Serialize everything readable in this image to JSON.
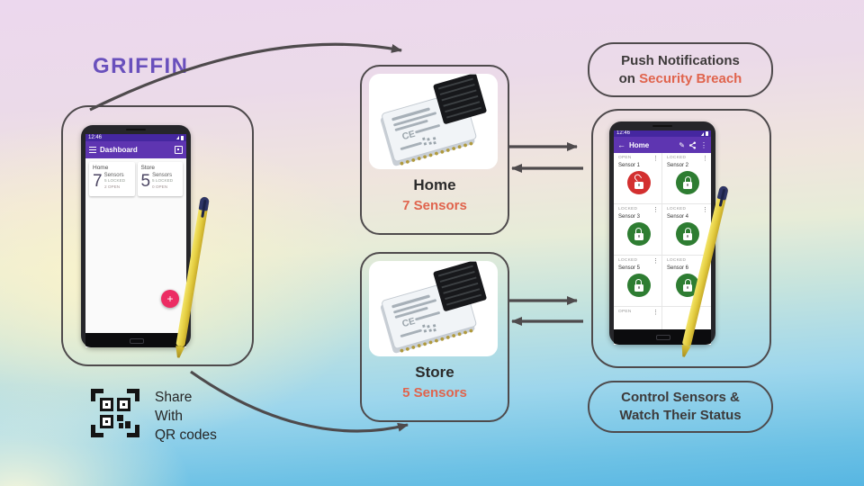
{
  "app_title": "GRIFFIN",
  "callout_push": {
    "line1": "Push Notifications",
    "line2_prefix": "on ",
    "line2_highlight": "Security Breach"
  },
  "callout_control": {
    "line1": "Control Sensors &",
    "line2": "Watch Their Status"
  },
  "qr_share": {
    "line1": "Share",
    "line2": "With",
    "line3": "QR codes"
  },
  "modules": [
    {
      "label": "Home",
      "sensors": "7 Sensors",
      "chip_mark": "CE"
    },
    {
      "label": "Store",
      "sensors": "5 Sensors",
      "chip_mark": "CE"
    }
  ],
  "dashboard_phone": {
    "time": "12:46",
    "app_bar_title": "Dashboard",
    "cards": [
      {
        "title": "Home",
        "count": "7",
        "unit": "Sensors",
        "locked": "5 LOCKED",
        "open": "2 OPEN"
      },
      {
        "title": "Store",
        "count": "5",
        "unit": "Sensors",
        "locked": "5 LOCKED",
        "open": "0 OPEN"
      }
    ],
    "fab_label": "+"
  },
  "control_phone": {
    "time": "12:46",
    "app_bar_title": "Home",
    "back_icon": "←",
    "menu_icon": "⋮",
    "sensors": [
      {
        "status": "OPEN",
        "name": "Sensor 1",
        "state": "open-state"
      },
      {
        "status": "LOCKED",
        "name": "Sensor 2",
        "state": "locked"
      },
      {
        "status": "LOCKED",
        "name": "Sensor 3",
        "state": "locked"
      },
      {
        "status": "LOCKED",
        "name": "Sensor 4",
        "state": "locked"
      },
      {
        "status": "LOCKED",
        "name": "Sensor 5",
        "state": "locked"
      },
      {
        "status": "LOCKED",
        "name": "Sensor 6",
        "state": "locked"
      },
      {
        "status": "OPEN",
        "state": "open-state"
      }
    ]
  },
  "colors": {
    "accent_purple": "#6950bc",
    "app_bar_purple": "#5e35b1",
    "status_bar_purple": "#4527a0",
    "highlight_salmon": "#e0644d",
    "locked_green": "#2e7d32",
    "open_red": "#d32f2f",
    "fab_pink": "#ec2c63",
    "outline": "#4e4a4c"
  }
}
